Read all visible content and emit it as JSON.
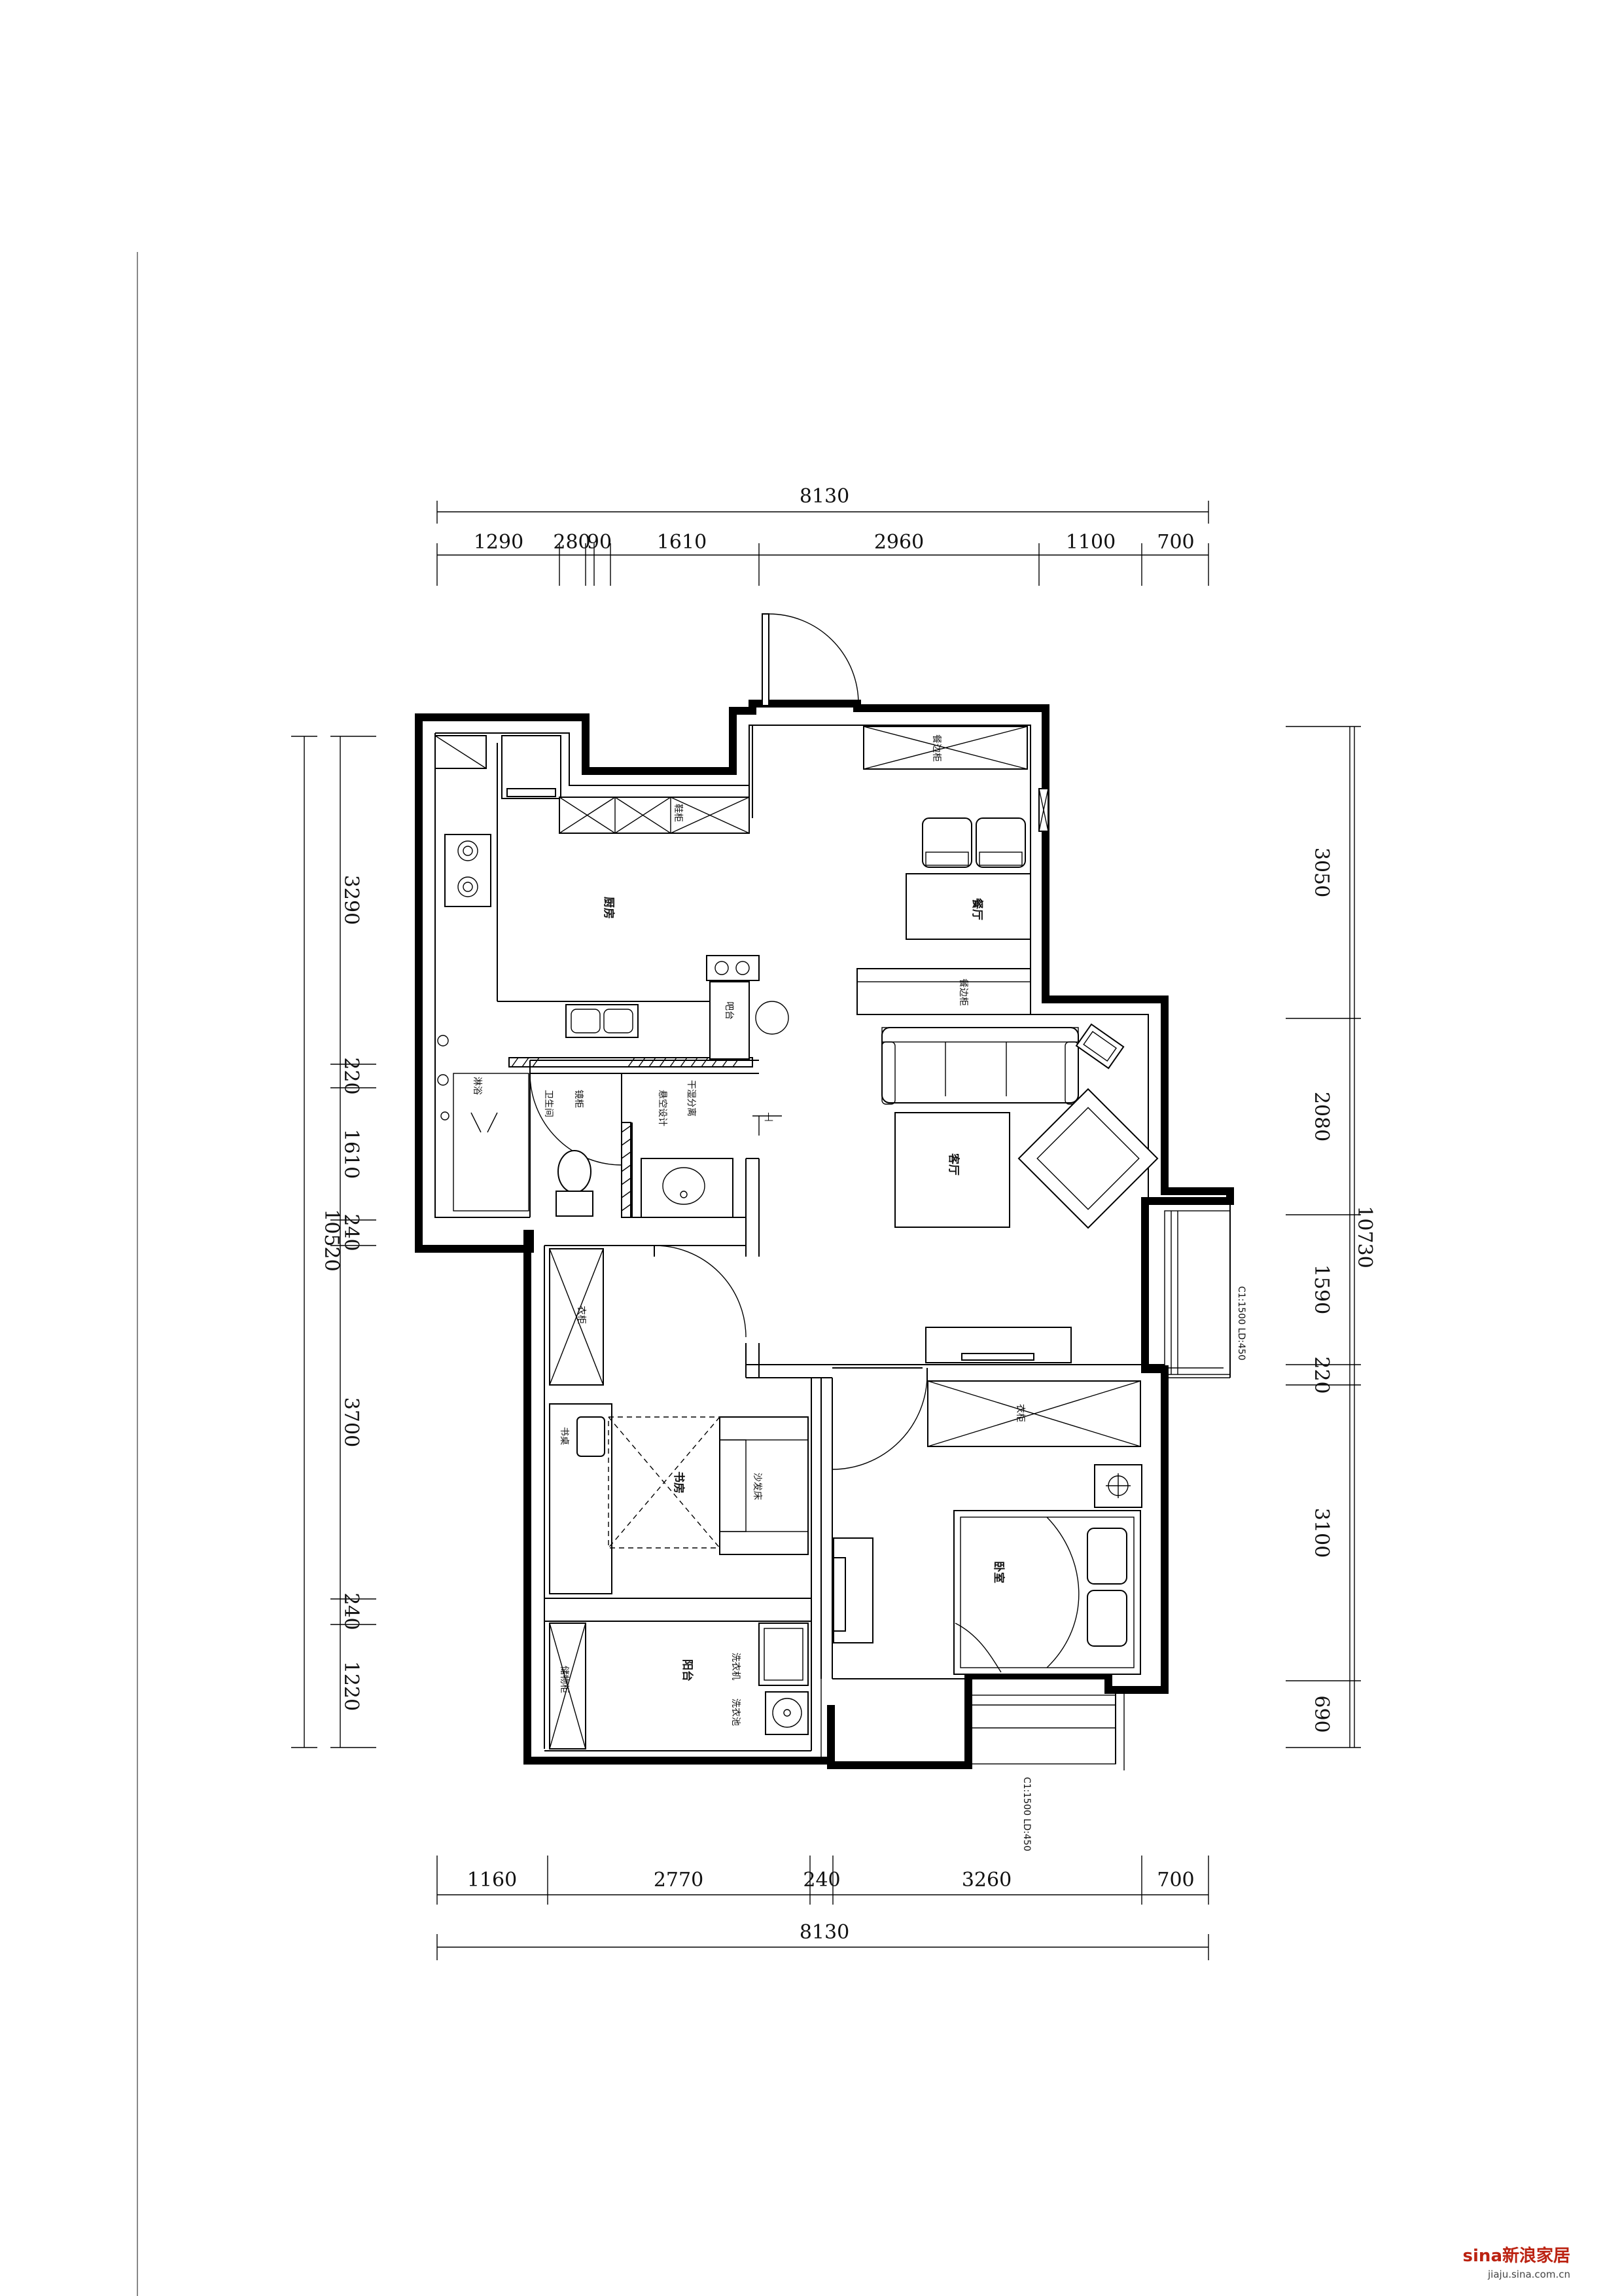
{
  "dimensions": {
    "top_total": "8130",
    "top_segments": [
      "1290",
      "280",
      "90",
      "1610",
      "2960",
      "1100",
      "700"
    ],
    "bottom_segments": [
      "1160",
      "2770",
      "240",
      "3260",
      "700"
    ],
    "bottom_total": "8130",
    "left_total": "10520",
    "left_segments": [
      "3290",
      "220",
      "1610",
      "240",
      "3700",
      "240",
      "1220"
    ],
    "right_total": "10730",
    "right_segments": [
      "3050",
      "2080",
      "1590",
      "220",
      "3100",
      "690"
    ]
  },
  "rooms": {
    "kitchen": "厨房",
    "dining": "餐厅",
    "living": "客厅",
    "study": "书房",
    "bedroom": "卧室",
    "balcony": "阳台",
    "bathroom": "卫生间"
  },
  "labels": {
    "shoe_cabinet": "鞋柜",
    "sideboard": "餐边柜",
    "sideboard_lower": "餐边柜",
    "bar": "吧台",
    "dry_wet": "干湿分离",
    "vanity": "镜柜",
    "vanity_design": "悬空设计",
    "shower": "淋浴",
    "wardrobe_study": "衣柜",
    "desk": "书桌",
    "sofa_bed": "沙发床",
    "wardrobe_bed": "衣柜",
    "storage": "储物柜",
    "washer": "洗衣机",
    "sink_laundry": "洗衣池",
    "up": "上",
    "window_living": "C1:1500  LD:450",
    "window_bed": "C1:1500  LD:450"
  },
  "watermark": {
    "brand": "sina新浪家居",
    "url": "jiaju.sina.com.cn"
  }
}
